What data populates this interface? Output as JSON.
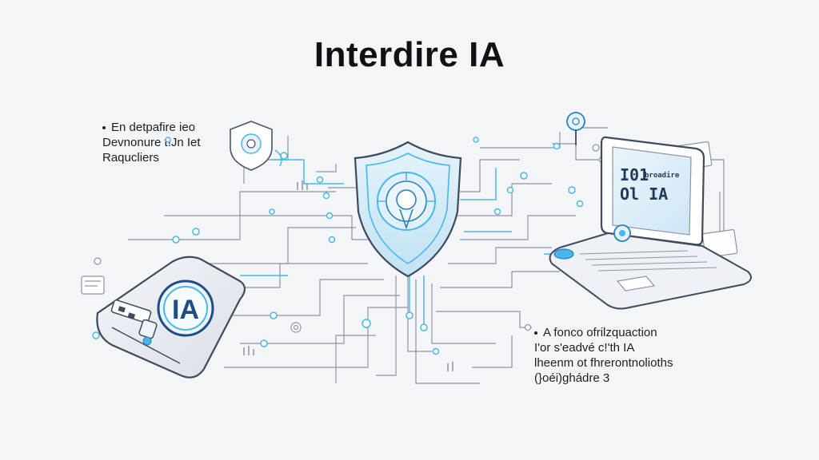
{
  "title": "Interdire IA",
  "note_left": {
    "lines": [
      "En detpafire ieo",
      "Devnonure t!Jn Iet",
      "Raqucliers"
    ]
  },
  "note_right": {
    "lines": [
      "A fonco ofrilzquaction",
      "I'or s'eadvé c!'th IA",
      "lheenm ot fhrerontnolioths",
      "(}oéi)ghádre 3"
    ]
  },
  "device": {
    "label": "IA"
  },
  "laptop": {
    "screen_lines": [
      "I01",
      "Ol IA"
    ],
    "screen_side": "broadire"
  },
  "colors": {
    "accent": "#49b6e8",
    "line": "#8e959f",
    "dark_line": "#4a5566",
    "ia_blue": "#1e4d86"
  }
}
